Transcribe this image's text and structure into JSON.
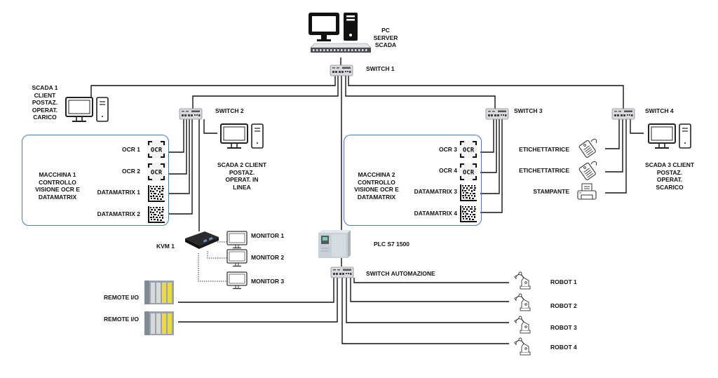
{
  "server": {
    "label_lines": [
      "PC",
      "SERVER",
      "SCADA"
    ],
    "icon": "server-pc-icon"
  },
  "switches": {
    "s1": "SWITCH 1",
    "s2": "SWITCH 2",
    "s3": "SWITCH 3",
    "s4": "SWITCH 4",
    "automation": "SWITCH AUTOMAZIONE"
  },
  "scada_clients": {
    "c1": [
      "SCADA 1",
      "CLIENT",
      "POSTAZ.",
      "OPERAT.",
      "CARICO"
    ],
    "c2": [
      "SCADA 2 CLIENT",
      "POSTAZ.",
      "OPERAT. IN",
      "LINEA"
    ],
    "c3": [
      "SCADA 3 CLIENT",
      "POSTAZ.",
      "OPERAT.",
      "SCARICO"
    ]
  },
  "machine1": {
    "title": [
      "MACCHINA 1",
      "CONTROLLO",
      "VISIONE OCR E",
      "DATAMATRIX"
    ],
    "devices": [
      {
        "label": "OCR 1",
        "type": "ocr",
        "icon_text": "OCR"
      },
      {
        "label": "OCR 2",
        "type": "ocr",
        "icon_text": "OCR"
      },
      {
        "label": "DATAMATRIX 1",
        "type": "datamatrix"
      },
      {
        "label": "DATAMATRIX 2",
        "type": "datamatrix"
      }
    ]
  },
  "machine2": {
    "title": [
      "MACCHINA 2",
      "CONTROLLO",
      "VISIONE OCR E",
      "DATAMATRIX"
    ],
    "devices": [
      {
        "label": "OCR 3",
        "type": "ocr",
        "icon_text": "OCR"
      },
      {
        "label": "OCR 4",
        "type": "ocr",
        "icon_text": "OCR"
      },
      {
        "label": "DATAMATRIX 3",
        "type": "datamatrix"
      },
      {
        "label": "DATAMATRIX 4",
        "type": "datamatrix"
      }
    ]
  },
  "peripherals": [
    {
      "label": "ETICHETTATRICE",
      "icon": "label-tag-icon"
    },
    {
      "label": "ETICHETTATRICE",
      "icon": "label-tag-icon"
    },
    {
      "label": "STAMPANTE",
      "icon": "printer-icon"
    }
  ],
  "kvm": {
    "label": "KVM 1",
    "monitors": [
      "MONITOR 1",
      "MONITOR 2",
      "MONITOR 3"
    ]
  },
  "plc": {
    "label": "PLC S7 1500"
  },
  "remote_io": [
    "REMOTE I/O",
    "REMOTE I/O"
  ],
  "robots": [
    "ROBOT 1",
    "ROBOT 2",
    "ROBOT 3",
    "ROBOT 4"
  ],
  "colors": {
    "line": "#111111",
    "box_border": "#4a78b8",
    "switch_body": "#d9d9de",
    "io_yellow": "#ecd93a",
    "plc_body": "#c9cfd6"
  }
}
